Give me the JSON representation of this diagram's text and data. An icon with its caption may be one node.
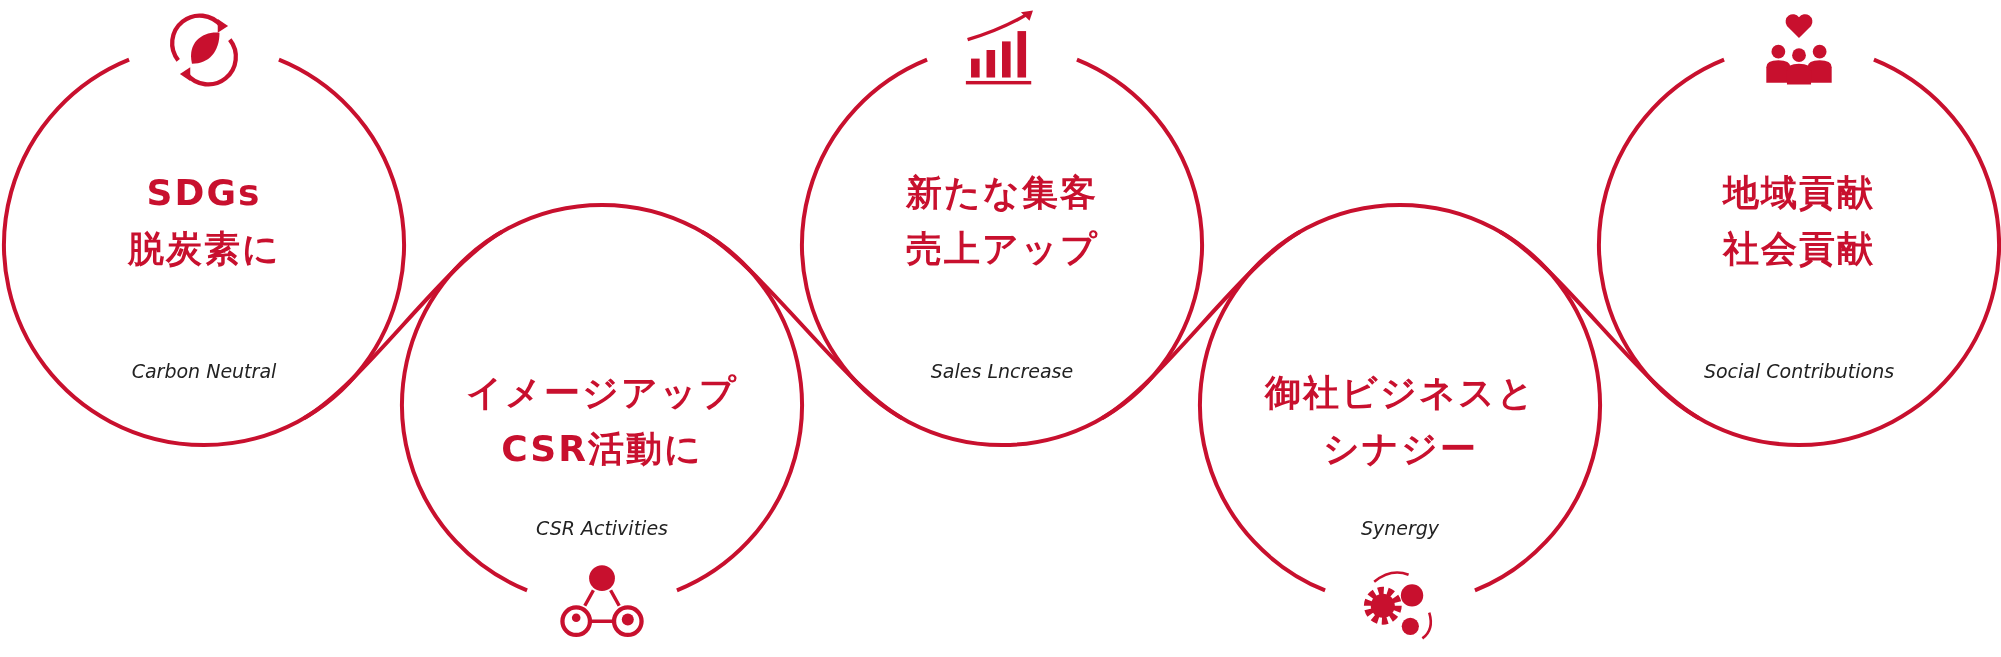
{
  "diagram": {
    "nodes": [
      {
        "text": [
          "SDGs 脱炭素に",
          "Carbon Neutral"
        ]
      },
      {
        "text": [
          "イメージアップCSR活動に",
          "CSR Activities"
        ]
      },
      {
        "text": [
          "新たな集客売上アップ",
          "Sales Lncrease"
        ]
      },
      {
        "text": [
          "御社ビジネスとシナジー",
          "Synergy"
        ]
      },
      {
        "text": [
          "地域貢献社会貢献",
          "Social Contributions"
        ]
      }
    ],
    "edges": [
      {
        "from": 0,
        "to": 1,
        "arrow": "none"
      },
      {
        "from": 1,
        "to": 2,
        "arrow": "none"
      },
      {
        "from": 2,
        "to": 3,
        "arrow": "none"
      },
      {
        "from": 3,
        "to": 4,
        "arrow": "none"
      }
    ]
  }
}
